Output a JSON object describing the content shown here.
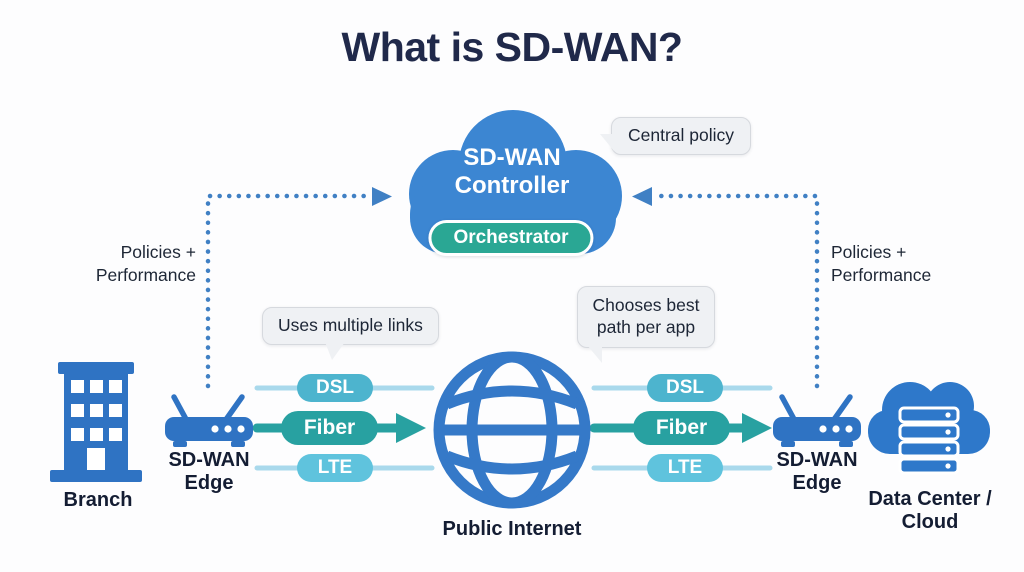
{
  "title": "What is SD-WAN?",
  "controller": {
    "name": "SD-WAN Controller",
    "badge": "Orchestrator"
  },
  "callouts": {
    "central_policy": "Central policy",
    "uses_multiple_links": "Uses multiple links",
    "chooses_best_path": "Chooses best path per app"
  },
  "flow": {
    "left_label": "Policies + Performance",
    "right_label": "Policies + Performance"
  },
  "links": [
    "DSL",
    "Fiber",
    "LTE"
  ],
  "nodes": {
    "branch": {
      "label": "Branch"
    },
    "edge_left": {
      "label": "SD-WAN Edge"
    },
    "internet": {
      "label": "Public Internet"
    },
    "edge_right": {
      "label": "SD-WAN Edge"
    },
    "datacenter": {
      "label": "Data Center / Cloud"
    }
  },
  "colors": {
    "title_navy": "#20294a",
    "node_blue": "#2f73c3",
    "cloud_blue": "#3c86d2",
    "globe_blue": "#3579c8",
    "dotted_blue": "#4080c4",
    "fiber_teal": "#28a1a1",
    "dsl_cyan": "#4db4ce",
    "lte_cyan": "#5fc3dd",
    "link_line": "#a9d9ec",
    "orchestrator_green": "#2aa794",
    "bubble_bg": "#eff1f4"
  }
}
